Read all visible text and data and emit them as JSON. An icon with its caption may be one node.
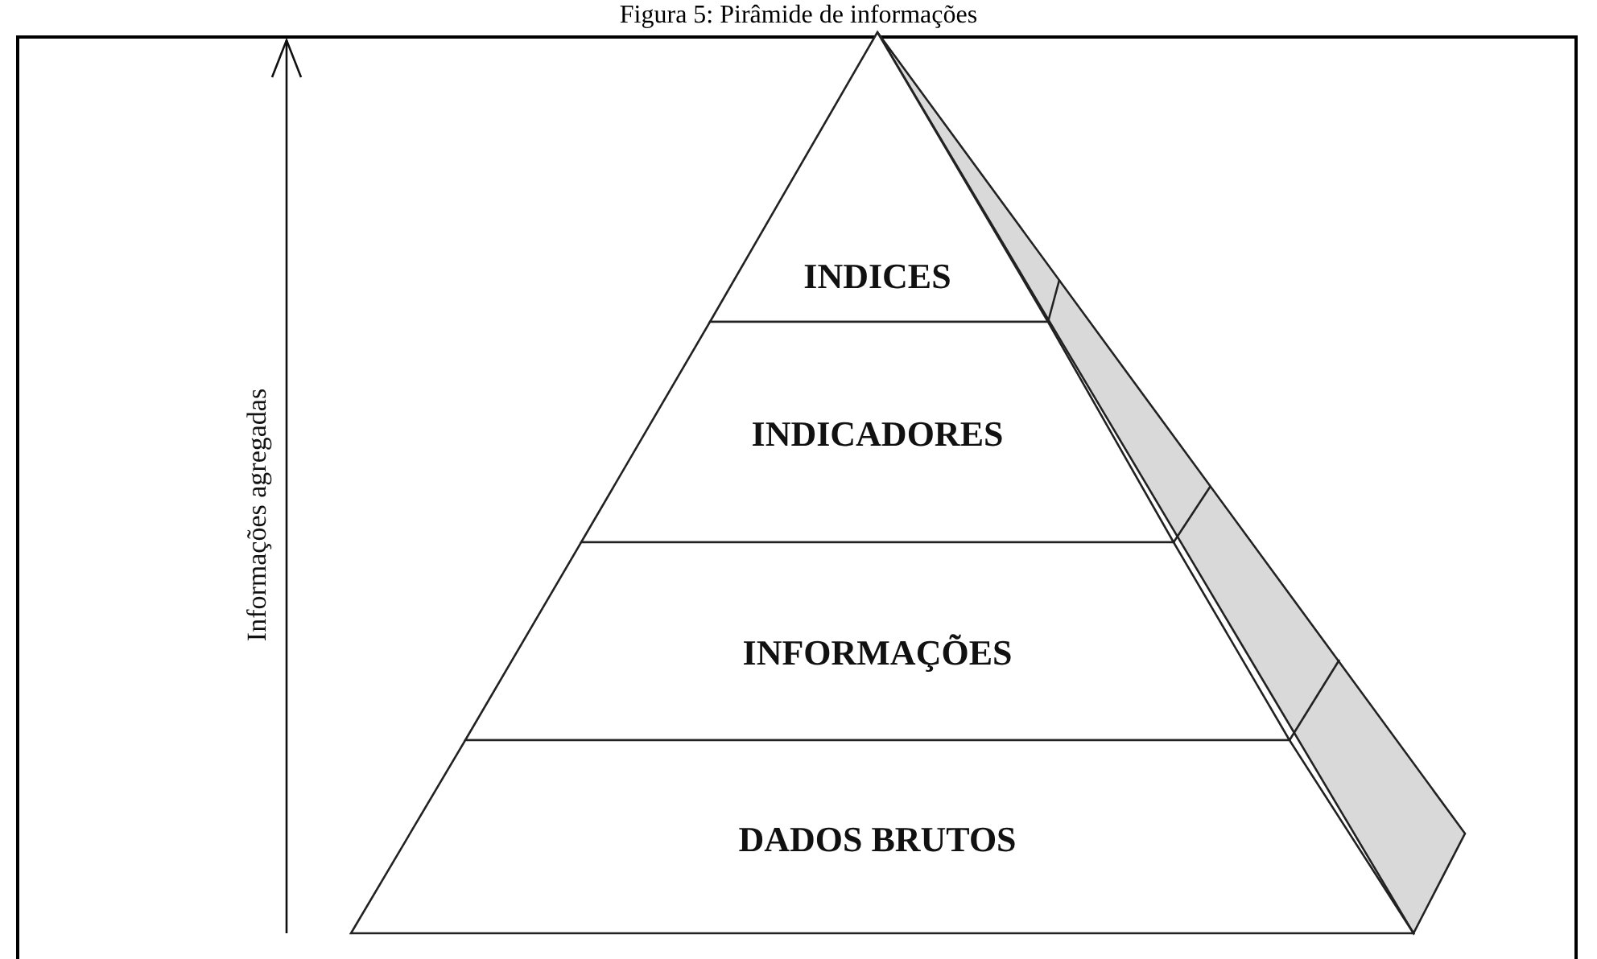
{
  "diagram": {
    "title": "Figura 5: Pirâmide de informações",
    "nodes": [
      {
        "text": [
          "INDICES"
        ]
      },
      {
        "text": [
          "INDICADORES"
        ]
      },
      {
        "text": [
          "INFORMAÇÕES"
        ]
      },
      {
        "text": [
          "DADOS BRUTOS"
        ]
      }
    ],
    "labels": [
      "Informações agregadas"
    ]
  }
}
